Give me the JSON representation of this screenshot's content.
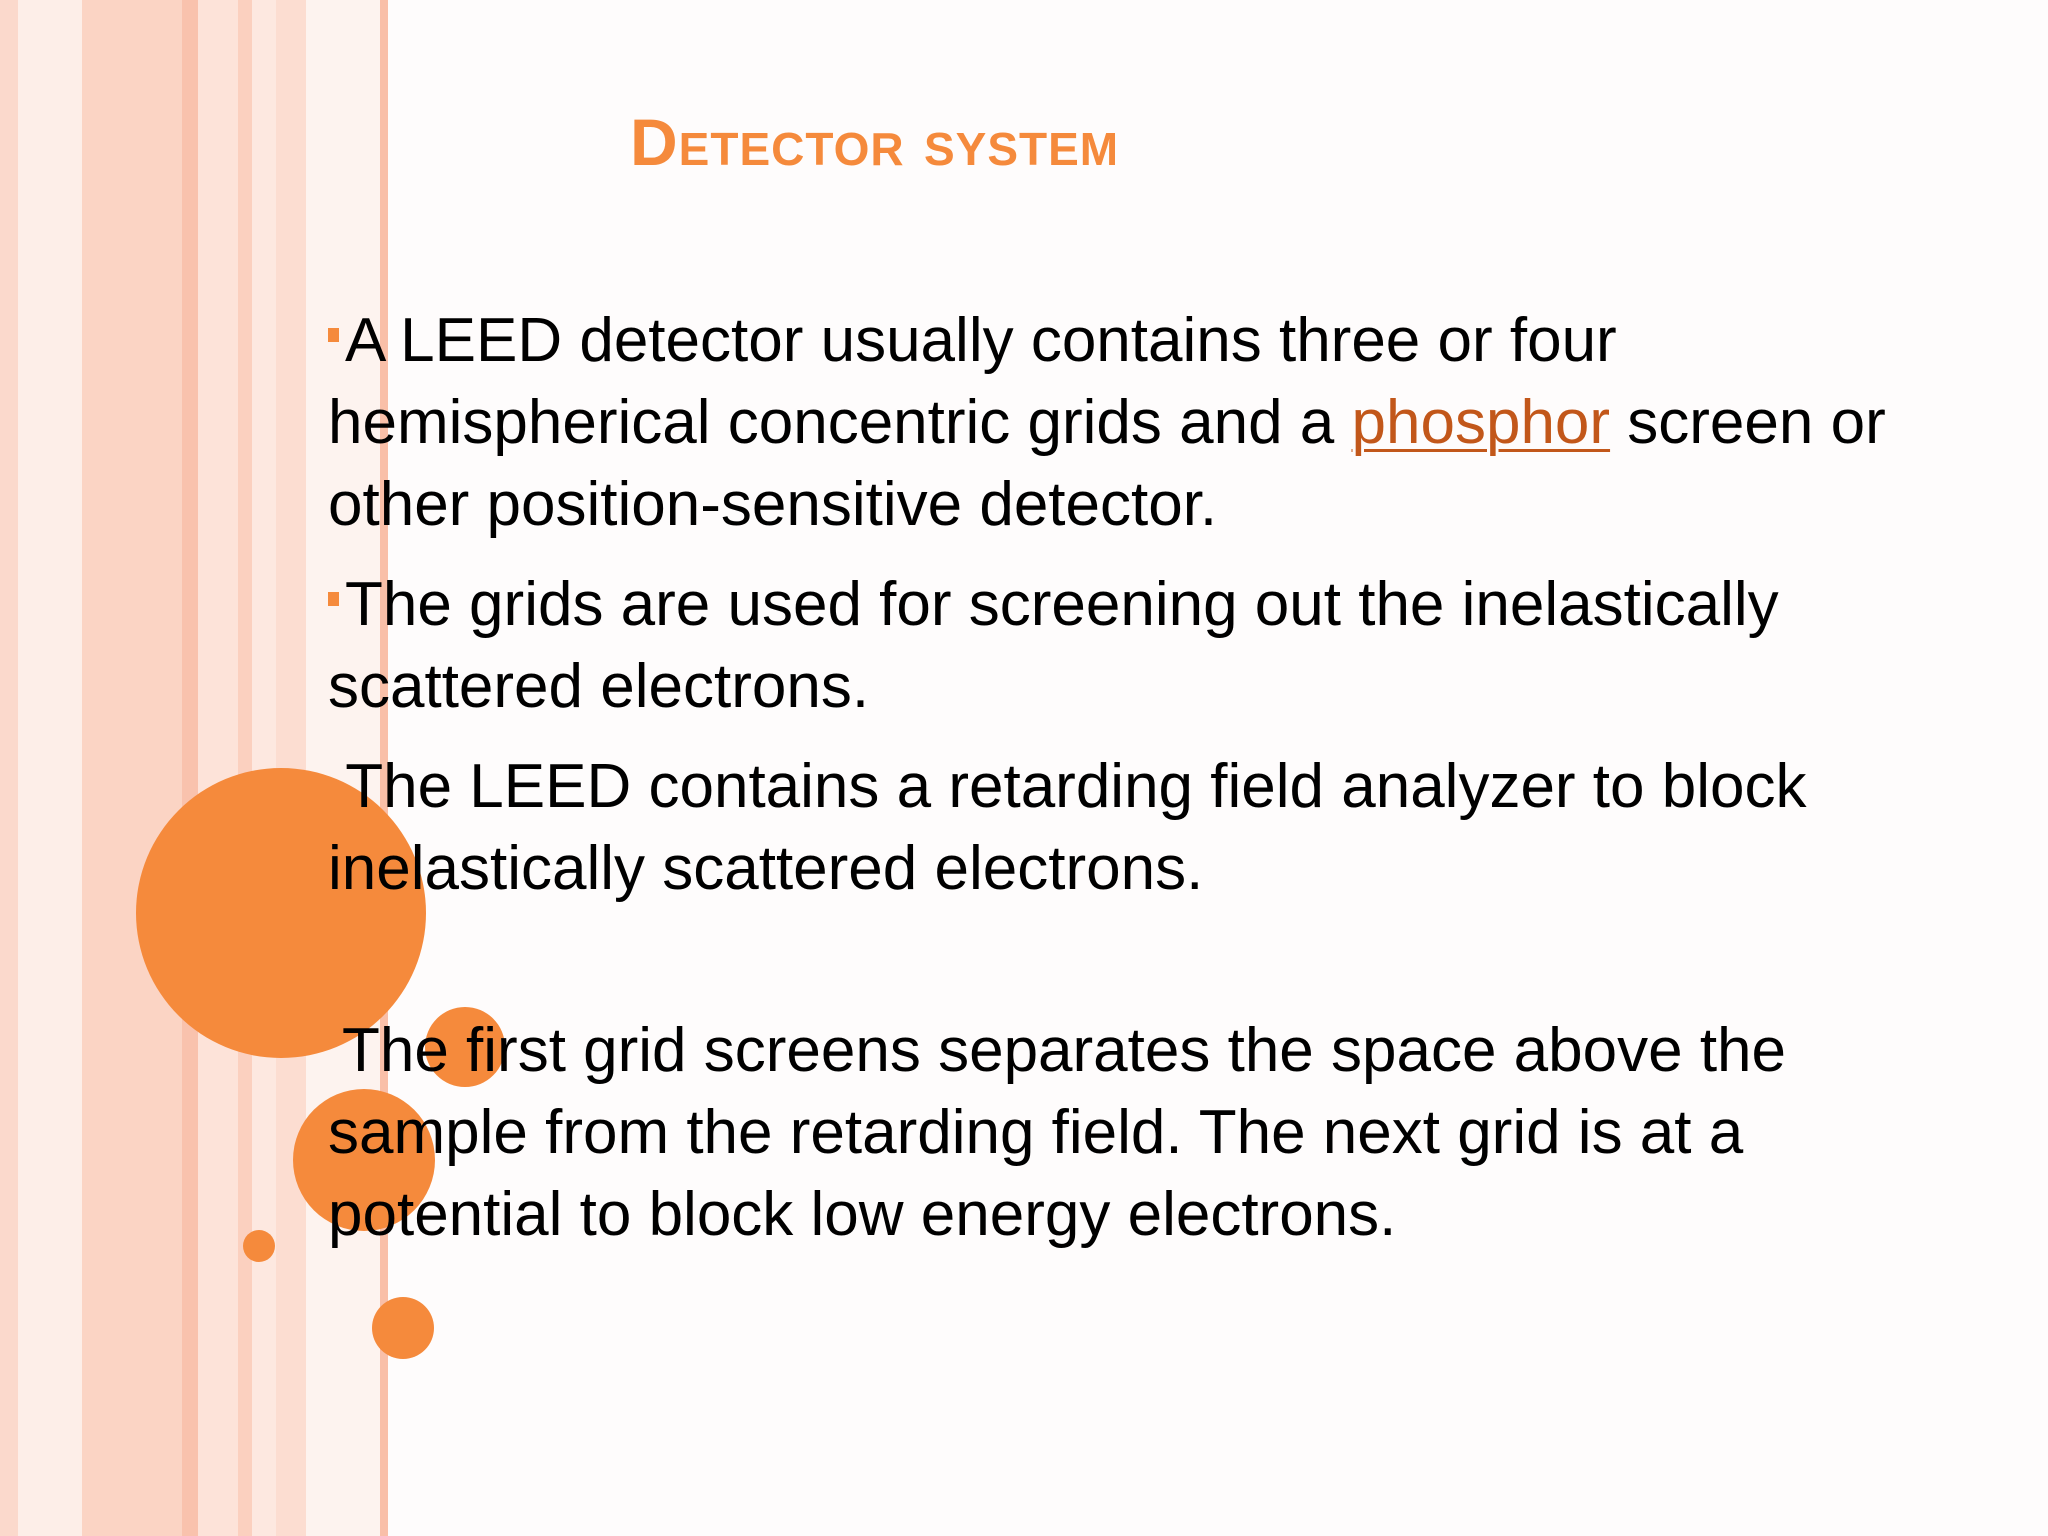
{
  "slide": {
    "title": "Detector system",
    "accent_color": "#f58a3c",
    "link_color": "#c2571a",
    "paragraphs": [
      {
        "bullet": "square",
        "text_before": "A LEED detector usually contains three or four hemispherical concentric grids and a ",
        "link_text": "phosphor",
        "text_after": " screen or other position-sensitive detector."
      },
      {
        "bullet": "square",
        "text": "The grids are used for screening out the inelastically scattered electrons."
      },
      {
        "bullet": "none",
        "text": " The LEED contains a retarding field analyzer to block inelastically scattered electrons."
      },
      {
        "bullet": "dot",
        "text": "The first grid screens separates the space above the sample from the retarding field. The next grid is at a potential to block low energy electrons."
      }
    ]
  }
}
